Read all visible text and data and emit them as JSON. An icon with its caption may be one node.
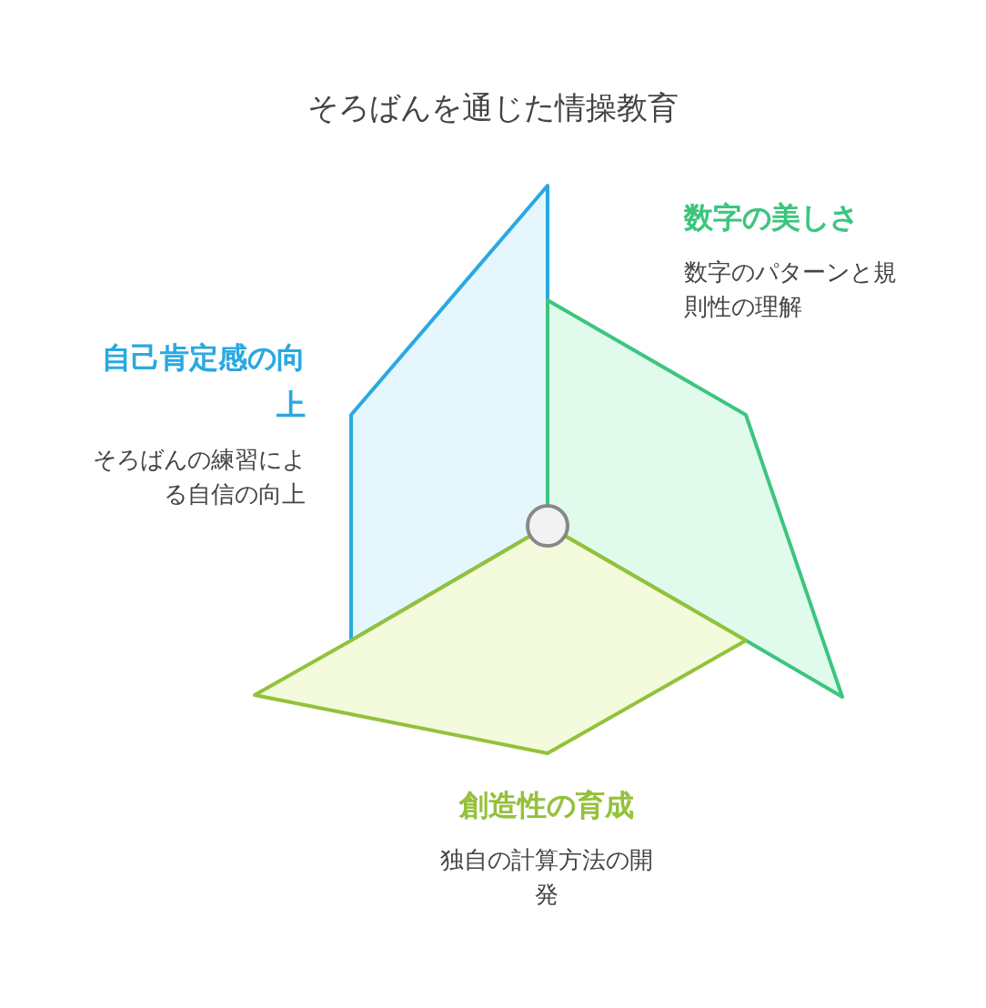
{
  "diagram": {
    "title": "そろばんを通じた情操教育",
    "nodes": [
      {
        "text": [
          "数字の美しさ",
          "数字のパターンと規則性の理解"
        ]
      },
      {
        "text": [
          "自己肯定感の向上",
          "そろばんの練習による自信の向上"
        ]
      },
      {
        "text": [
          "創造性の育成",
          "独自の計算方法の開発"
        ]
      },
      {
        "text": [],
        "shape": "circle"
      }
    ],
    "edges": []
  }
}
